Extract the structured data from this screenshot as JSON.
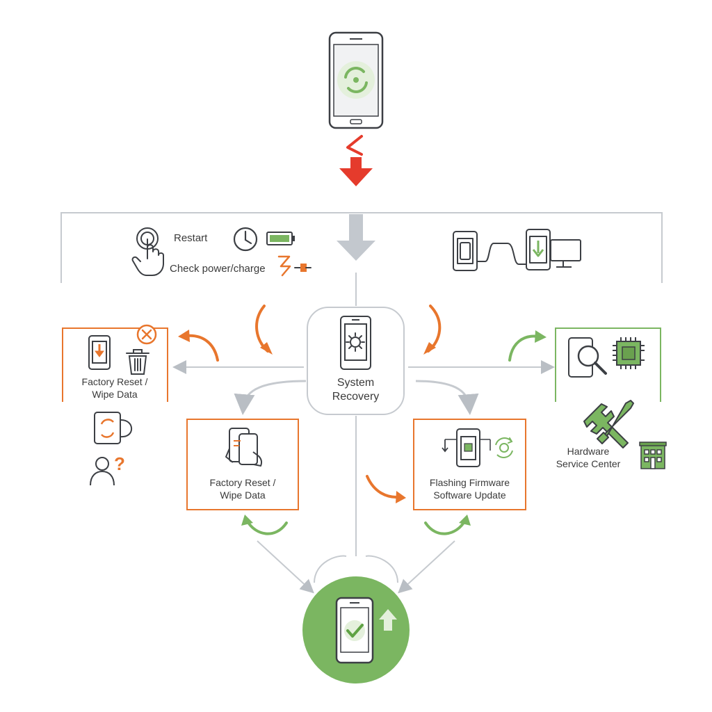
{
  "colors": {
    "orange": "#e8762d",
    "green": "#7bb661",
    "red": "#e53b2c",
    "gray": "#b9bec4",
    "dark": "#3c3f44"
  },
  "top": {
    "restart_label": "Restart",
    "check_power_label": "Check power/charge"
  },
  "center": {
    "label_line1": "System",
    "label_line2": "Recovery"
  },
  "left_panel": {
    "label_line1": "Factory Reset /",
    "label_line2": "Wipe Data",
    "question_mark": "?"
  },
  "box_left": {
    "label_line1": "Factory Reset /",
    "label_line2": "Wipe Data"
  },
  "box_right": {
    "label_line1": "Flashing Firmware",
    "label_line2": "Software Update"
  },
  "right_panel": {
    "label_line1": "Hardware",
    "label_line2": "Service Center"
  }
}
